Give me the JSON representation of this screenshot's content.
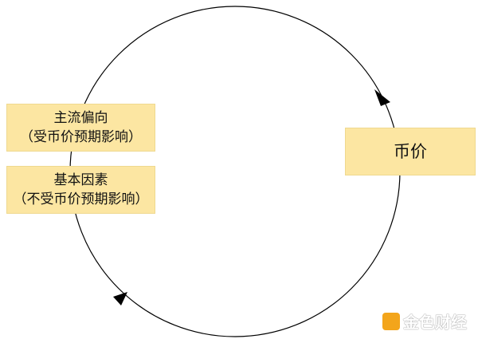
{
  "nodes": {
    "mainstream": {
      "title": "主流偏向",
      "subtitle": "（受币价预期影响）"
    },
    "fundamentals": {
      "title": "基本因素",
      "subtitle": "（不受币价预期影响）"
    },
    "price": {
      "title": "币价"
    }
  },
  "colors": {
    "box_fill": "#fce6a2",
    "line": "#000000"
  },
  "watermark": {
    "text": "金色财经"
  }
}
